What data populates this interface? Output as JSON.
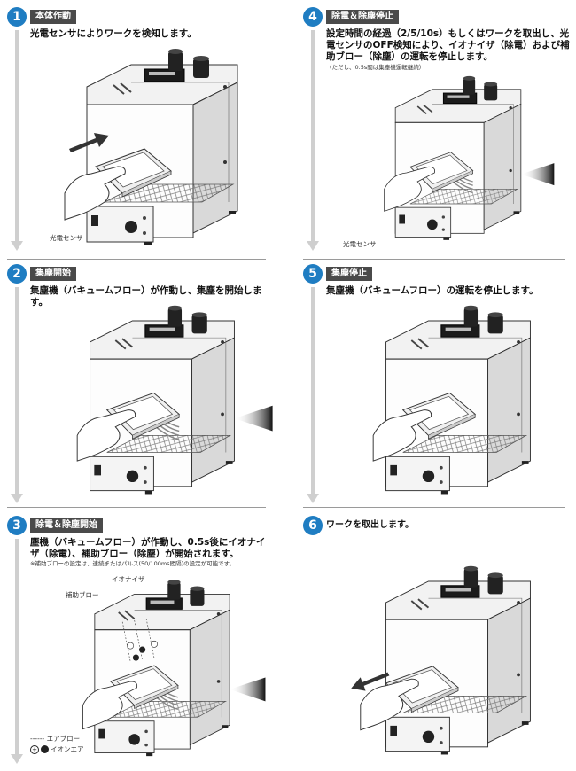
{
  "steps": [
    {
      "num": "1",
      "title": "本体作動",
      "desc": "光電センサによりワークを検知します。",
      "sensor_label": "光電センサ"
    },
    {
      "num": "2",
      "title": "集塵開始",
      "desc": "集塵機（バキュームフロー）が作動し、集塵を開始します。"
    },
    {
      "num": "3",
      "title": "除電＆除塵開始",
      "desc": "塵機（バキュームフロー）が作動し、0.5s後にイオナイザ（除電）、補助ブロー（除塵）が開始されます。",
      "note": "※補助ブローの設定は、連続またはパルス(50/100ms間隔)の設定が可能です。",
      "ionizer_label": "イオナイザ",
      "blow_label": "補助ブロー",
      "legend_air": "------ エアブロー",
      "legend_ion": "イオンエア"
    },
    {
      "num": "4",
      "title": "除電＆除塵停止",
      "desc": "設定時間の経過（2/5/10s）もしくはワークを取出し、光電センサのOFF検知により、イオナイザ（除電）および補助ブロー（除塵）の運転を停止します。",
      "note": "（ただし、0.5s間は集塵機運転継続）",
      "sensor_label": "光電センサ"
    },
    {
      "num": "5",
      "title": "集塵停止",
      "desc": "集塵機（バキュームフロー）の運転を停止します。"
    },
    {
      "num": "6",
      "title": "ワークを取出します。"
    }
  ],
  "colors": {
    "accent": "#1f7dc2",
    "badge": "#4a4a4a",
    "machine_line": "#333333",
    "flow": "#111111",
    "arrow": "#cfcfcf"
  }
}
